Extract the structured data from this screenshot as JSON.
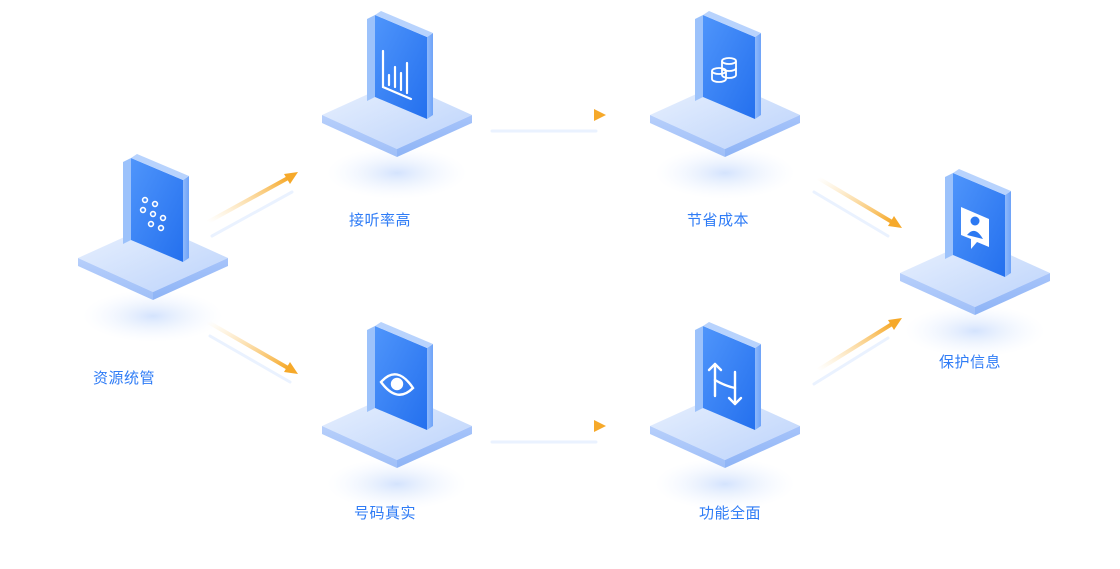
{
  "nodes": [
    {
      "id": "resource",
      "label": "资源统管",
      "icon": "dots-grid-icon"
    },
    {
      "id": "answer",
      "label": "接听率高",
      "icon": "bar-chart-icon"
    },
    {
      "id": "number",
      "label": "号码真实",
      "icon": "eye-icon"
    },
    {
      "id": "cost",
      "label": "节省成本",
      "icon": "coins-icon"
    },
    {
      "id": "feature",
      "label": "功能全面",
      "icon": "swap-arrows-icon"
    },
    {
      "id": "protect",
      "label": "保护信息",
      "icon": "profile-card-icon"
    }
  ],
  "colors": {
    "accent": "#2f7cf6",
    "tile_light": "#c9dcfd",
    "tile_mid": "#a9c6fb",
    "icon_block": "#3a85f7",
    "icon_block_dark": "#1f63e0",
    "arrow": "#f7b43a"
  }
}
